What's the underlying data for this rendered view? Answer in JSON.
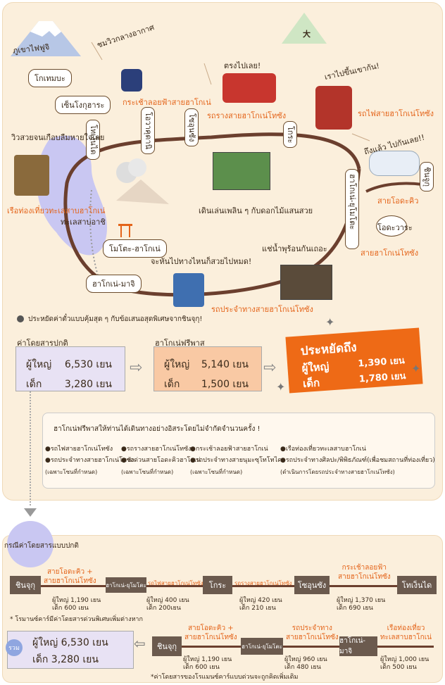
{
  "map": {
    "fuji": "ภูเขาไฟฟูจิ",
    "ropeway_sky": "ชมวิวกลางอากาศ",
    "kotemba": "โกเทมบะ",
    "sengoku": "เซ็นโงกุฮาระ",
    "ropeway_name": "กระเช้าลอยฟ้าสายฮาโกเน่",
    "tozan_cable_go": "ตรงไปเลย!",
    "tozan_cable_name": "รถรางสายฮาโกเน่โทซัง",
    "climb": "เราไปขึ้นเขากัน!",
    "tozan_train_name": "รถไฟสายฮาโกเน่โทซัง",
    "arrived": "ถึงแล้ว ไปกันเลย!!",
    "togendai": "โทเง็นได",
    "owakudani": "โอวาคุดานิ",
    "sounzan": "โซอุนซัง",
    "gora": "โกระ",
    "odawara": "โอดะวาระ",
    "shinjuku": "ชินจูกุ",
    "romancecar": "สายโอดะคิว",
    "hakone_yumoto": "ฮาโกเน่-ยุโมโตะ",
    "tozan_line": "สายฮาโกเน่โทซัง",
    "scenic": "วิวสวยจนเกือบลืมหายใจเลย",
    "cruise_name": "เรือท่องเที่ยวทะเลสาบฮาโกเน่",
    "lake": "ทะเลสาบอาชิ",
    "walk": "เดินเล่นเพลิน ๆ กับดอกไม้แสนสวย",
    "onsen": "แช่น้ำพุร้อนกันเถอะ",
    "motohakone": "โมโตะ-ฮาโกเน่",
    "anywhere": "จะหันไปทางไหนก็สวยไปหมด!",
    "hakone_machi": "ฮาโกเน่-มาจิ",
    "bus_name": "รถประจำทางสายฮาโกเน่โทซัง",
    "kanji_symbol": "大"
  },
  "fares": {
    "headline": "ประหยัดค่าตั๋วแบบคุ้มสุด ๆ กับข้อเสนอสุดพิเศษจากชินจุกุ!",
    "normal_title": "ค่าโดยสารปกติ",
    "pass_title": "ฮาโกเน่ฟรีพาส",
    "adult": "ผู้ใหญ่",
    "child": "เด็ก",
    "normal_adult": "6,530 เยน",
    "normal_child": "3,280 เยน",
    "pass_adult": "5,140 เยน",
    "pass_child": "1,500 เยน",
    "save_title": "ประหยัดถึง",
    "save_adult": "1,390 เยน",
    "save_child": "1,780 เยน"
  },
  "pass_info": {
    "heading": "ฮาโกเน่ฟรีพาสให้ท่านได้เดินทางอย่างอิสระโดยไม่จำกัดจำนวนครั้ง !",
    "items": [
      "●รถไฟสายฮาโกเน่โทซัง",
      "●รถรางสายฮาโกเน่โทซัง",
      "●กระเช้าลอยฟ้าสายฮาโกเน่",
      "●เรือท่องเที่ยวทะเลสาบฮาโกเน่",
      "●รถประจำทางสายฮาโกเน่โทซัง",
      "●รถด่วนสายโอดะคิวฮาโกเน่",
      "●รถประจำทางสายนุมะซุโทโทไค",
      "●รถประจำทางศิลปะ/พิพิธภัณฑ์(เพื่อชมสถานที่ท่องเที่ยว)"
    ],
    "subs": [
      "(เฉพาะโซนที่กำหนด)",
      "(เฉพาะโซนที่กำหนด)",
      "(เฉพาะโซนที่กำหนด)",
      "(ดำเนินการโดยรถประจำทางสายฮาโกเน่โทซัง)"
    ]
  },
  "normal_route": {
    "title": "กรณีค่าโดยสารแบบปกติ",
    "row1_stations": [
      "ชินจุกุ",
      "ฮาโกเน่-ยุโมโตะ",
      "โกระ",
      "โซอุนซัง",
      "โทเง็นได"
    ],
    "row1_lines": [
      "สายโอดะคิว +\nสายฮาโกเน่โทซัง",
      "รถไฟสายฮาโกเน่โทซัง",
      "รถรางสายฮาโกเน่โทซัง",
      "กระเช้าลอยฟ้า\nสายฮาโกเน่โทซัง"
    ],
    "row1_fares": [
      {
        "adult": "ผู้ใหญ่ 1,190 เยน",
        "child": "เด็ก 600 เยน"
      },
      {
        "adult": "ผู้ใหญ่ 400 เยน",
        "child": "เด็ก 200เยน"
      },
      {
        "adult": "ผู้ใหญ่ 420 เยน",
        "child": "เด็ก 210 เยน"
      },
      {
        "adult": "ผู้ใหญ่ 1,370 เยน",
        "child": "เด็ก 690 เยน"
      }
    ],
    "note1": "* โรมานซ์คาร์มีค่าโดยสารด่วนพิเศษเพิ่มต่างหาก",
    "row2_stations": [
      "ชินจุกุ",
      "ฮาโกเน่-ยุโมโตะ",
      "ฮาโกเน่-มาจิ"
    ],
    "row2_lines": [
      "สายโอดะคิว +\nสายฮาโกเน่โทซัง",
      "รถประจำทาง\nสายฮาโกเน่โทซัง",
      "เรือท่องเที่ยว\nทะเลสาบฮาโกเน่"
    ],
    "row2_fares": [
      {
        "adult": "ผู้ใหญ่ 1,190 เยน",
        "child": "เด็ก 600 เยน"
      },
      {
        "adult": "ผู้ใหญ่ 960 เยน",
        "child": "เด็ก 480 เยน"
      },
      {
        "adult": "ผู้ใหญ่ 1,000 เยน",
        "child": "เด็ก 500 เยน"
      }
    ],
    "total_badge": "รวม",
    "total_adult": "ผู้ใหญ่ 6,530 เยน",
    "total_child": "เด็ก 3,280 เยน",
    "note2": "*ค่าโดยสารของโรแมนซ์คาร์แบบด่วนจะถูกคิดเพิ่มเติม"
  },
  "colors": {
    "accent": "#e4641a",
    "panel": "#fbefdc",
    "brown": "#6b4b2b",
    "lavender": "#c9c7f2"
  }
}
